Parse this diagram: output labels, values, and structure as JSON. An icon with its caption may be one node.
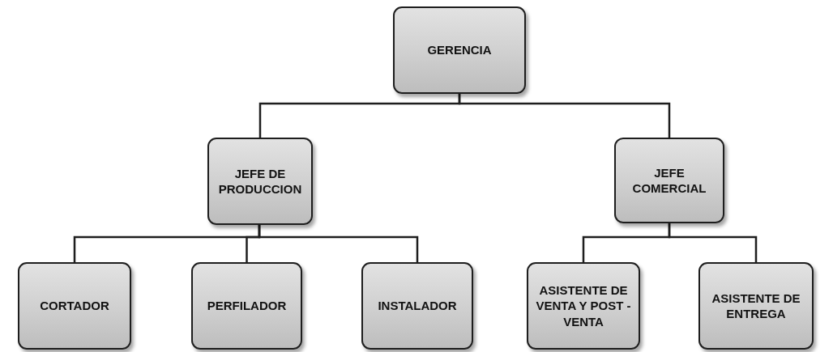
{
  "diagram": {
    "nodes": [
      {
        "text": [
          "GERENCIA"
        ]
      },
      {
        "text": [
          "JEFE DE PRODUCCION"
        ]
      },
      {
        "text": [
          "JEFE COMERCIAL"
        ]
      },
      {
        "text": [
          "CORTADOR"
        ]
      },
      {
        "text": [
          "PERFILADOR"
        ]
      },
      {
        "text": [
          "INSTALADOR"
        ]
      },
      {
        "text": [
          "ASISTENTE DE VENTA Y POST - VENTA"
        ]
      },
      {
        "text": [
          "ASISTENTE DE ENTREGA"
        ]
      }
    ],
    "edges": [
      {
        "from": 0,
        "to": 1,
        "arrow": "none"
      },
      {
        "from": 0,
        "to": 2,
        "arrow": "none"
      },
      {
        "from": 1,
        "to": 3,
        "arrow": "none"
      },
      {
        "from": 1,
        "to": 4,
        "arrow": "none"
      },
      {
        "from": 1,
        "to": 5,
        "arrow": "none"
      },
      {
        "from": 2,
        "to": 6,
        "arrow": "none"
      },
      {
        "from": 2,
        "to": 7,
        "arrow": "none"
      }
    ]
  }
}
